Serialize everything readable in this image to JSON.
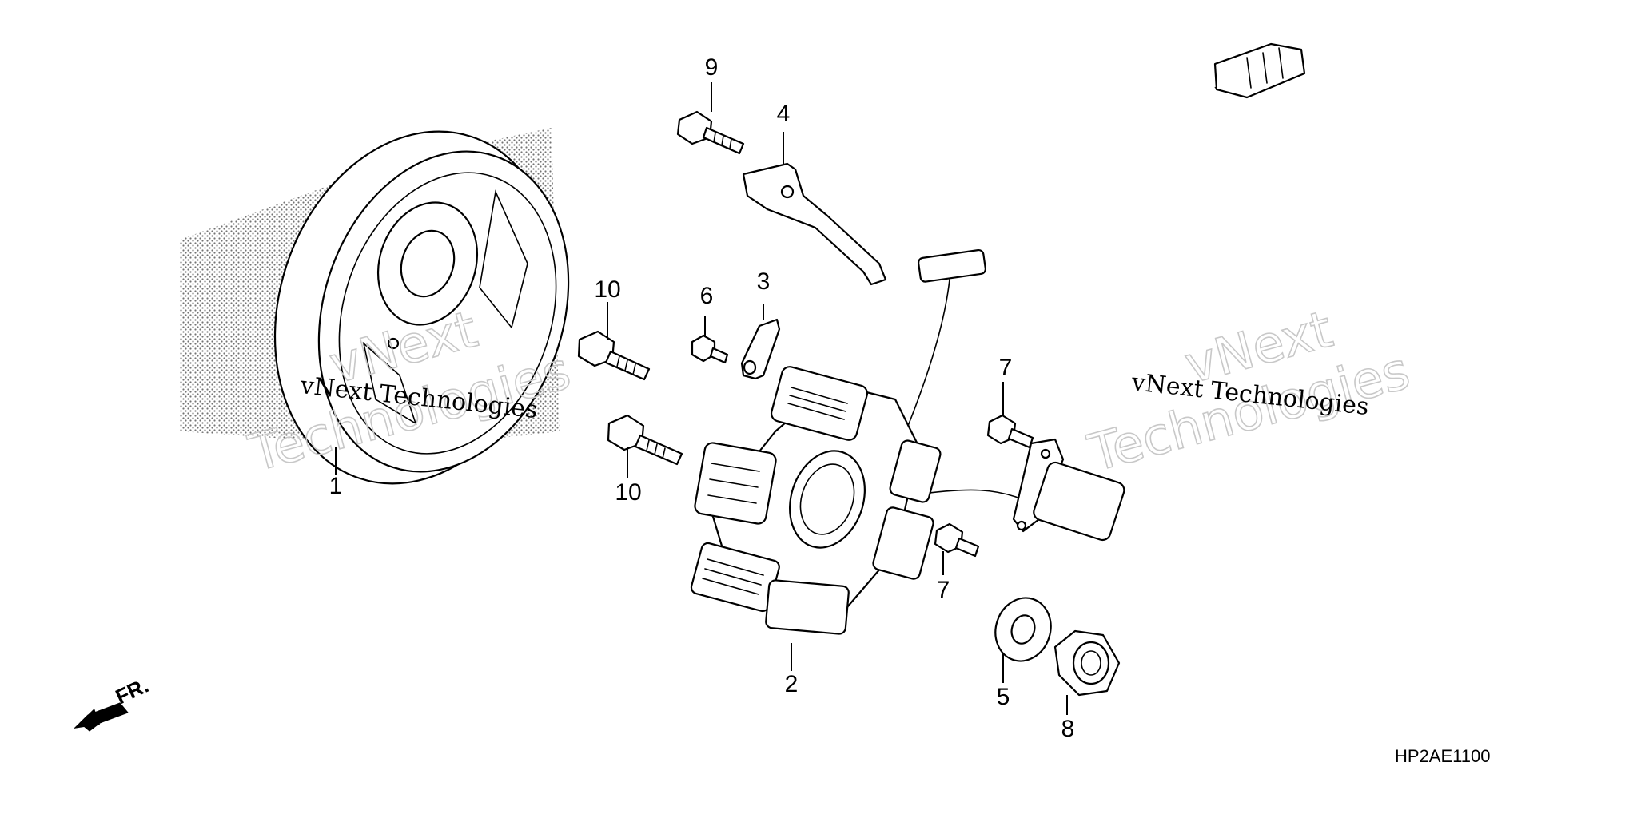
{
  "diagram": {
    "code": "HP2AE1100",
    "direction_label": "FR.",
    "callouts": {
      "flywheel": "1",
      "stator": "2",
      "clip": "3",
      "bracket": "4",
      "washer": "5",
      "small_bolt": "6",
      "bolt_a": "7",
      "bolt_b": "7",
      "nut": "8",
      "bracket_bolt": "9",
      "stator_bolt_top": "10",
      "stator_bolt_bottom": "10"
    },
    "watermark": {
      "text": "vNext Technologies",
      "outline_top": "vNext",
      "outline_bottom": "Technologies"
    }
  }
}
